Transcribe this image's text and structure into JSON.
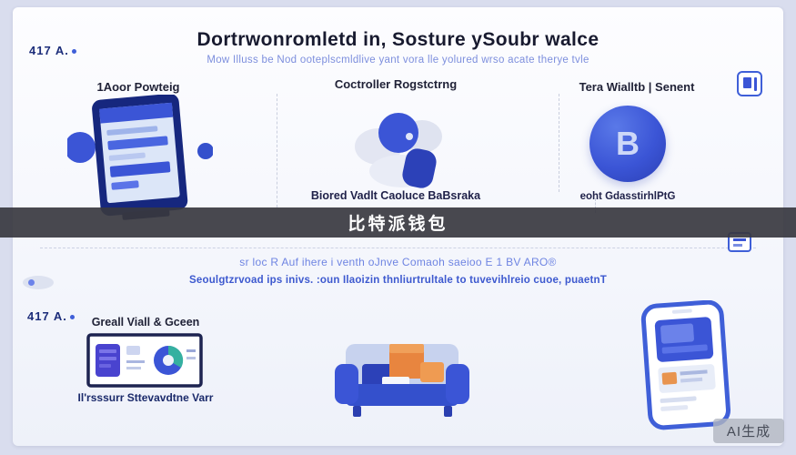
{
  "page": {
    "watermark": "AI生成"
  },
  "header": {
    "title": "Dortrwonromletd in, Sosture ySoubr walce",
    "subtitle": "Mow Illuss be Nod ooteplscmldlive yant vora lle yolured wrso acate therye tvle"
  },
  "brand": {
    "logo_top": "417 A.",
    "logo_bottom": "417 A."
  },
  "top": {
    "col1_label": "1Aoor Powteig",
    "col2_label": "Coctroller Rogstctrng",
    "col3_label": "Tera Wialltb | Senent",
    "col2_caption": "Biored Vadlt Caoluce BaBsraka",
    "col3_caption": "eoht GdasstirhlPtG",
    "coin_letter": "B"
  },
  "banner": {
    "text": "比特派钱包"
  },
  "middle": {
    "line1": "sr loc R Auf ihere i venth oJnve Comaoh saeioo E 1 BV ARO®",
    "line2": "Seoulgtzrvoad ips inivs. :oun Ilaoizin thnliurtrultale to tuvevihlreio cuoe, puaetnT"
  },
  "bottom": {
    "col1_label": "Greall Viall & Gceen",
    "col1_caption": "Il'rsssurr Sttevavdtne Varr"
  },
  "colors": {
    "primary_blue": "#3f5fd8",
    "navy": "#1c2d7a",
    "banner_bg": "#3c3c46",
    "accent_orange": "#e8853f",
    "background": "#d9ddee"
  }
}
